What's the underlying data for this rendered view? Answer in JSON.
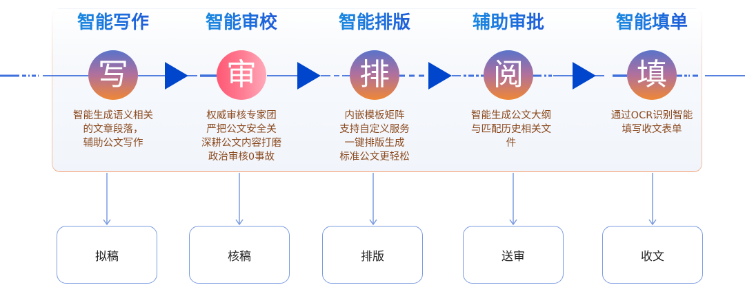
{
  "colors": {
    "title_blue_start": "#1995e2",
    "title_blue_end": "#2150d6",
    "arrow_blue": "#0046cc",
    "line_blue": "#3f6fdc",
    "connector_blue": "#7a9be0",
    "panel_border_orange": "#f4a478",
    "desc_brown": "#8b4a1f"
  },
  "steps": [
    {
      "title": "智能写作",
      "node_char": "写",
      "node_style": "purple-orange",
      "description": [
        "智能生成语义相关",
        "的文章段落，",
        "辅助公文写作"
      ],
      "box_label": "拟稿"
    },
    {
      "title": "智能审校",
      "node_char": "审",
      "node_style": "pink",
      "description": [
        "权威审核专家团",
        "严把公文安全关",
        "深耕公文内容打磨",
        "政治审核0事故"
      ],
      "box_label": "核稿"
    },
    {
      "title": "智能排版",
      "node_char": "排",
      "node_style": "purple-orange",
      "description": [
        "内嵌模板矩阵",
        "支持自定义服务",
        "一键排版生成",
        "标准公文更轻松"
      ],
      "box_label": "排版"
    },
    {
      "title": "辅助审批",
      "node_char": "阅",
      "node_style": "purple-orange",
      "description": [
        "智能生成公文大纲",
        "与匹配历史相关文",
        "件"
      ],
      "box_label": "送审"
    },
    {
      "title": "智能填单",
      "node_char": "填",
      "node_style": "purple-orange",
      "description": [
        "通过OCR识别智能",
        "填写收文表单"
      ],
      "box_label": "收文"
    }
  ],
  "flow_arrows": [
    "play-arrow",
    "play-arrow",
    "play-arrow",
    "play-arrow"
  ]
}
